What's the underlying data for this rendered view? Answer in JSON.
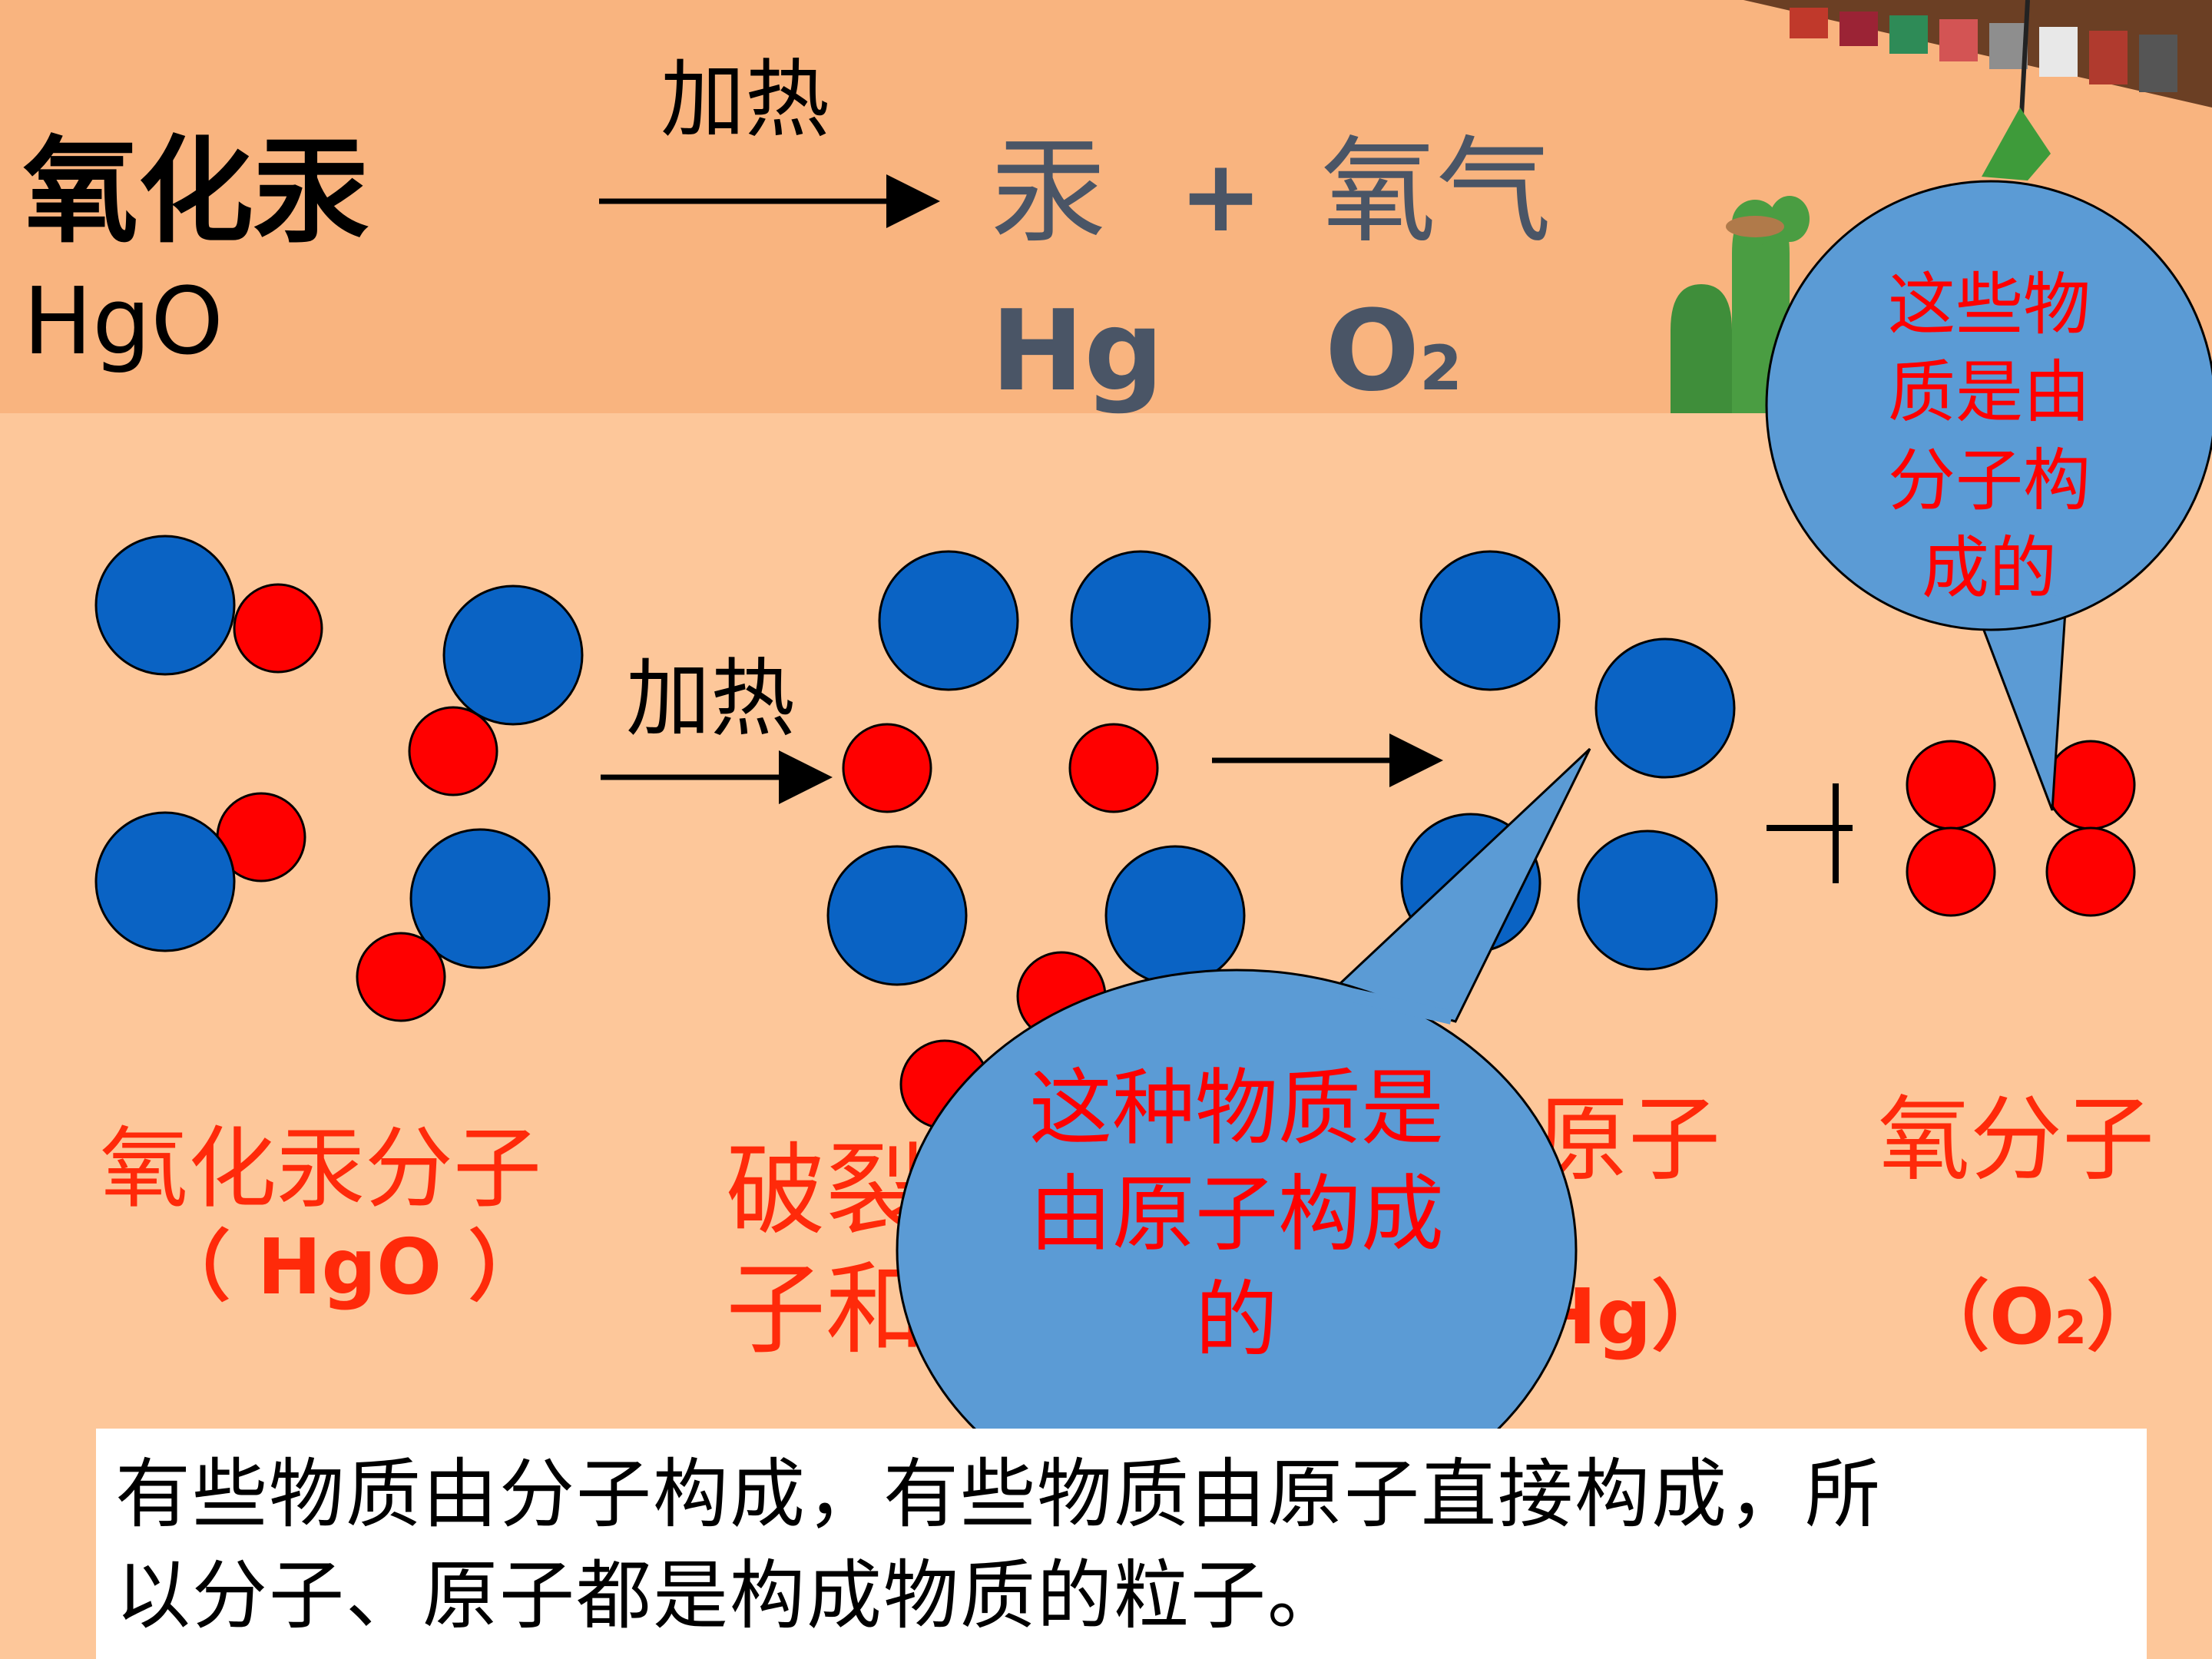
{
  "header": {
    "reactant_name": "氧化汞",
    "reactant_formula": "HgO",
    "condition": "加热",
    "product1_name": "汞",
    "plus": "+",
    "product2_name": "氧气",
    "product1_formula": "Hg",
    "product2_formula_base": "O",
    "product2_formula_sub": "2"
  },
  "diagram": {
    "condition": "加热",
    "plus": "+"
  },
  "labels": {
    "hgo_molecule": "氧化汞分子",
    "hgo_formula": "（ HgO ）",
    "split_line1": "破裂",
    "split_line2": "子和",
    "hg_atom": "原子",
    "hg_formula": "Hg）",
    "o2_molecule": "氧分子",
    "o2_formula_open": "（O",
    "o2_formula_sub": "2",
    "o2_formula_close": "）"
  },
  "callouts": {
    "molecule_callout": "这些物质是由分子构成的",
    "molecule_callout_lines": [
      "这些物",
      "质是由",
      "分子构",
      "成的"
    ],
    "atom_callout_lines": [
      "这种物质是",
      "由原子构成",
      "的"
    ]
  },
  "note": {
    "line1": "有些物质由分子构成，有些物质由原子直接构成，所",
    "line2": "以分子、原子都是构成物质的粒子。"
  },
  "colors": {
    "top_band": "#f9b47f",
    "background": "#fdc79a",
    "mercury_atom": "#0a63c4",
    "oxygen_atom": "#ff0000",
    "callout": "#5b9bd5",
    "label_red": "#ff2a0a",
    "header_gray": "#4a5566"
  }
}
